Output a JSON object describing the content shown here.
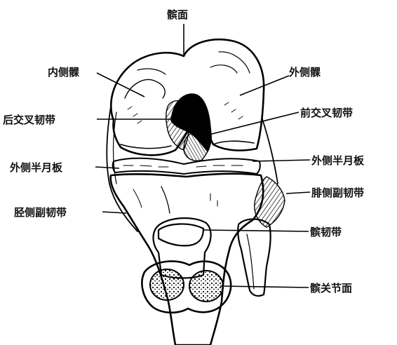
{
  "labels": {
    "patellar_surface": "髌面",
    "medial_condyle": "内侧髁",
    "lateral_condyle": "外侧髁",
    "posterior_cruciate": "后交叉韧带",
    "anterior_cruciate": "前交叉韧带",
    "medial_meniscus": "外侧半月板",
    "lateral_meniscus": "外侧半月板",
    "fibular_collateral": "腓侧副韧带",
    "tibial_collateral": "胫侧副韧带",
    "patellar_ligament": "髌韧带",
    "patellar_articular_surface": "髌关节面"
  }
}
